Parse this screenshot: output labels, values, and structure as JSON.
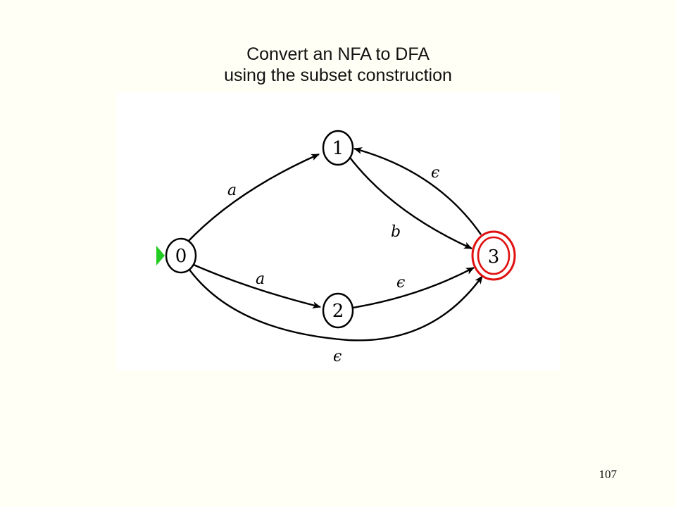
{
  "slide": {
    "title_line1": "Convert an NFA to DFA",
    "title_line2": "using the subset construction",
    "page_number": "107"
  },
  "automaton": {
    "states": [
      {
        "id": "0",
        "label": "0",
        "start": true,
        "accepting": false
      },
      {
        "id": "1",
        "label": "1",
        "start": false,
        "accepting": false
      },
      {
        "id": "2",
        "label": "2",
        "start": false,
        "accepting": false
      },
      {
        "id": "3",
        "label": "3",
        "start": false,
        "accepting": true
      }
    ],
    "transitions": [
      {
        "from": "0",
        "to": "1",
        "symbol": "a"
      },
      {
        "from": "0",
        "to": "2",
        "symbol": "a"
      },
      {
        "from": "0",
        "to": "3",
        "symbol": "ϵ"
      },
      {
        "from": "1",
        "to": "3",
        "symbol": "b"
      },
      {
        "from": "2",
        "to": "3",
        "symbol": "ϵ"
      },
      {
        "from": "3",
        "to": "1",
        "symbol": "ϵ"
      }
    ]
  },
  "colors": {
    "background": "#fffff5",
    "diagram_background": "#ffffff",
    "accepting_state": "#e01010",
    "start_marker": "#22cc22",
    "stroke": "#000000"
  }
}
